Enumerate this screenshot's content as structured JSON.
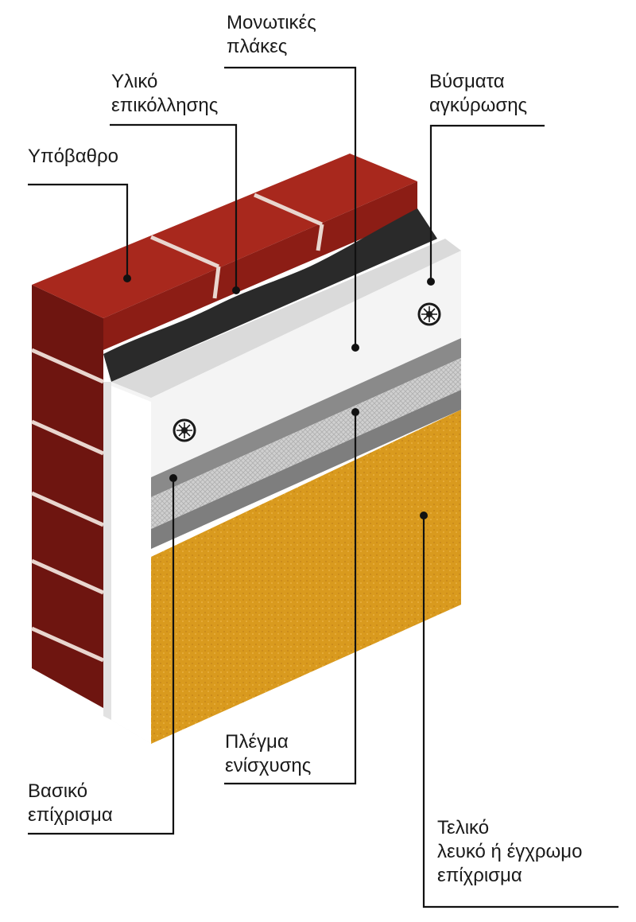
{
  "labels": {
    "substrate": [
      "Υπόβαθρο"
    ],
    "adhesive": [
      "Υλικό",
      "επικόλλησης"
    ],
    "insulation_boards": [
      "Μονωτικές",
      "πλάκες"
    ],
    "anchors": [
      "Βύσματα",
      "αγκύρωσης"
    ],
    "base_coat": [
      "Βασικό",
      "επίχρισμα"
    ],
    "reinforcement_mesh": [
      "Πλέγμα",
      "ενίσχυσης"
    ],
    "final_coat": [
      "Τελικό",
      "λευκό ή έγχρωμο",
      "επίχρισμα"
    ]
  },
  "colors": {
    "brick": "#8c1d15",
    "brick_top": "#a8281d",
    "brick_side": "#6e1510",
    "mortar": "#e9d6cf",
    "adhesive": "#2a2a2a",
    "insulation": "#f4f4f4",
    "base_coat": "#8a8a8a",
    "mesh": "#c9c9c9",
    "finish": "#d99a1e",
    "leader": "#111111"
  },
  "icons": [
    "anchor-plug-icon",
    "anchor-plug-icon"
  ]
}
